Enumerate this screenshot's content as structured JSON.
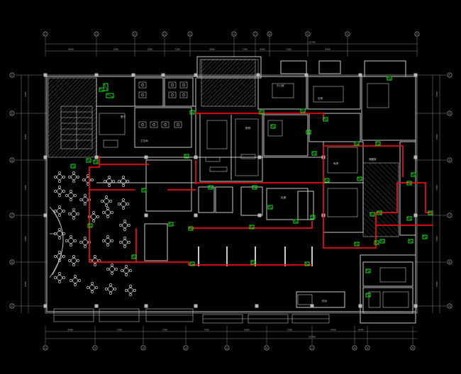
{
  "drawing": {
    "background": "#000000",
    "colors": {
      "wall": "#c8c8c8",
      "wall_fill": "#8c8c8c",
      "dim_line": "#9a9a9a",
      "grid_bubble": "#b4b4b4",
      "duct_red": "#e01010",
      "device_green": "#1ee61e",
      "text_white": "#d8d8d8",
      "hatch": "#9a9a9a"
    },
    "top_grid": [
      "①",
      "②",
      "③",
      "④",
      "⑤",
      "⑥",
      "⑦",
      "⑧",
      "⑨",
      "⑩",
      "⑪"
    ],
    "bottom_grid": [
      "①",
      "②",
      "③",
      "④",
      "⑤",
      "⑥",
      "⑦",
      "⑧",
      "⑨",
      "⑩"
    ],
    "left_grid": [
      "Ⓕ",
      "Ⓔ",
      "Ⓓ",
      "Ⓒ",
      "Ⓑ",
      "Ⓐ"
    ],
    "right_grid": [
      "Ⓕ",
      "Ⓔ",
      "Ⓓ",
      "Ⓒ",
      "Ⓑ",
      "Ⓐ"
    ],
    "top_dims": [
      "8400",
      "7200",
      "7200",
      "7200",
      "8400",
      "7200",
      "8400",
      "7200",
      "8400"
    ],
    "bottom_dims": [
      "8400",
      "7200",
      "7200",
      "7200",
      "8400",
      "7200",
      "8400",
      "8400"
    ],
    "top_total": "63700",
    "bottom_total": "63700",
    "left_dims": [
      "6300",
      "8400",
      "7200",
      "6300",
      "8400"
    ],
    "right_dims": [
      "6300",
      "8400",
      "7200",
      "6300",
      "8400"
    ],
    "room_labels": [
      "餐厅",
      "包房",
      "厨房",
      "卫生间",
      "办公室",
      "库房",
      "储藏室",
      "走廊",
      "前台"
    ]
  }
}
